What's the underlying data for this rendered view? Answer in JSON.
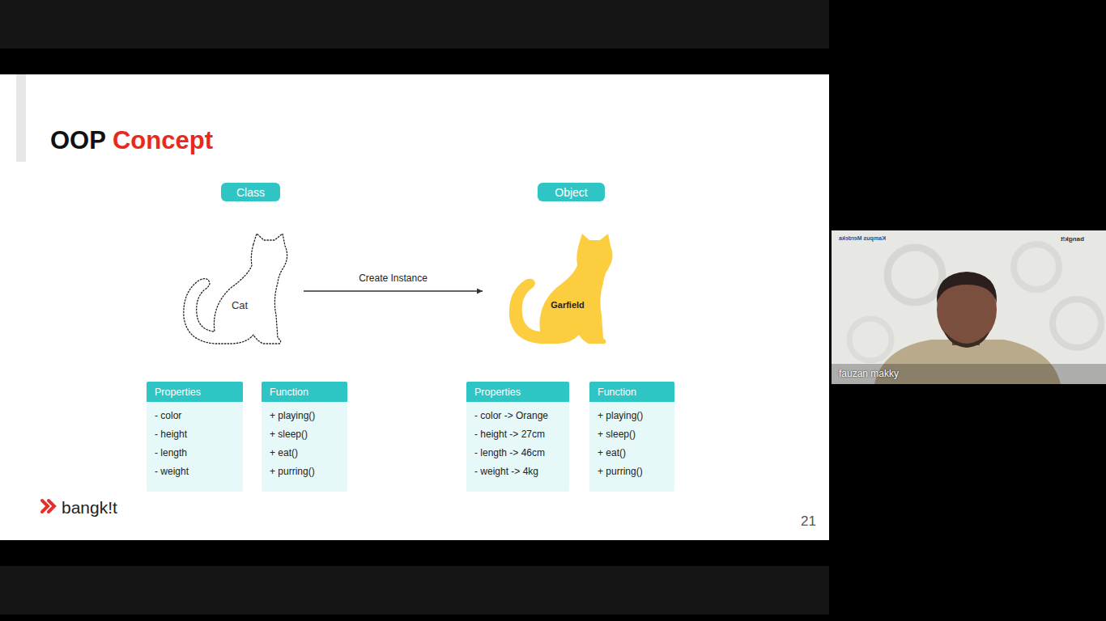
{
  "diagram": {
    "title": "OOP Concept",
    "nodes": [
      {
        "text": [
          "Class"
        ]
      },
      {
        "text": [
          "Object"
        ]
      },
      {
        "text": [
          "Cat"
        ]
      },
      {
        "text": [
          "Garfield"
        ]
      },
      {
        "text": [
          "Properties",
          "- color",
          "- height",
          "- length",
          "- weight"
        ]
      },
      {
        "text": [
          "Function",
          "+ playing()",
          "+ sleep()",
          "+ eat()",
          "+ purring()"
        ]
      },
      {
        "text": [
          "Properties",
          "- color -> Orange",
          "- height -> 27cm",
          "- length -> 46cm",
          "- weight -> 4kg"
        ]
      },
      {
        "text": [
          "Function",
          "+ playing()",
          "+ sleep()",
          "+ eat()",
          "+ purring()"
        ]
      }
    ],
    "edges": [
      {
        "from": 2,
        "to": 3,
        "label": "Create Instance",
        "arrow": "to"
      }
    ],
    "labels": [
      "bangk!t",
      "21",
      "Kampus Merdeka",
      "bangk!t",
      "fauzan makky"
    ]
  }
}
